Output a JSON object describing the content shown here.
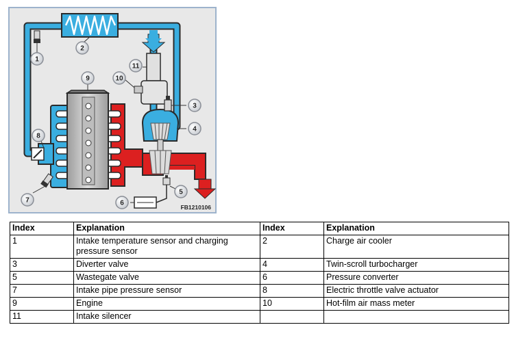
{
  "diagram": {
    "reference": "FB1210106",
    "callouts": [
      "1",
      "2",
      "3",
      "4",
      "5",
      "6",
      "7",
      "8",
      "9",
      "10",
      "11"
    ]
  },
  "table": {
    "headers": [
      "Index",
      "Explanation",
      "Index",
      "Explanation"
    ],
    "rows": [
      [
        "1",
        "Intake temperature sensor and charging pressure sensor",
        "2",
        "Charge air cooler"
      ],
      [
        "3",
        "Diverter valve",
        "4",
        "Twin-scroll turbocharger"
      ],
      [
        "5",
        "Wastegate valve",
        "6",
        "Pressure converter"
      ],
      [
        "7",
        "Intake pipe pressure sensor",
        "8",
        "Electric throttle valve actuator"
      ],
      [
        "9",
        "Engine",
        "10",
        "Hot-film air mass meter"
      ],
      [
        "11",
        "Intake silencer",
        "",
        ""
      ]
    ]
  },
  "colors": {
    "intake": "#3aaee0",
    "exhaust": "#dc2020",
    "frame": "#9db3cc",
    "background": "#e6e6e6"
  }
}
